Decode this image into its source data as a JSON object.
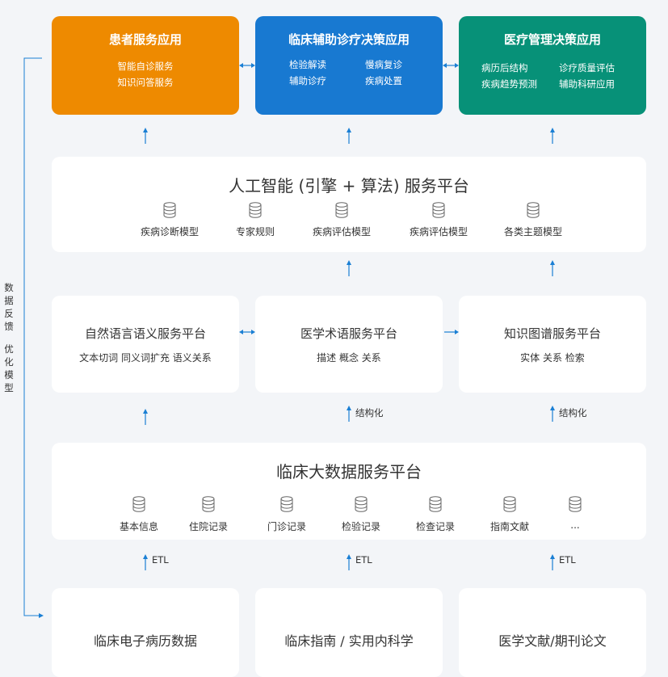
{
  "apps": [
    {
      "title": "患者服务应用",
      "color": "#ee8a00",
      "items": [
        [
          "智能自诊服务"
        ],
        [
          "知识问答服务"
        ]
      ]
    },
    {
      "title": "临床辅助诊疗决策应用",
      "color": "#1879d1",
      "items": [
        [
          "检验解读",
          "辅助诊疗"
        ],
        [
          "慢病复诊",
          "疾病处置"
        ]
      ]
    },
    {
      "title": "医疗管理决策应用",
      "color": "#079178",
      "items": [
        [
          "病历后结构",
          "疾病趋势预测"
        ],
        [
          "诊疗质量评估",
          "辅助科研应用"
        ]
      ]
    }
  ],
  "ai_platform": {
    "title": "人工智能 (引擎 + 算法) 服务平台",
    "models": [
      "疾病诊断模型",
      "专家规则",
      "疾病评估模型",
      "疾病评估模型",
      "各类主题模型"
    ]
  },
  "mid_platforms": [
    {
      "title": "自然语言语义服务平台",
      "sub": "文本切词  同义词扩充  语义关系"
    },
    {
      "title": "医学术语服务平台",
      "sub": "描述  概念  关系"
    },
    {
      "title": "知识图谱服务平台",
      "sub": "实体  关系  检索"
    }
  ],
  "arrow_labels": {
    "structure": "结构化",
    "etl": "ETL"
  },
  "bigdata_platform": {
    "title": "临床大数据服务平台",
    "items": [
      "基本信息",
      "住院记录",
      "门诊记录",
      "检验记录",
      "检查记录",
      "指南文献",
      "..."
    ]
  },
  "sources": [
    "临床电子病历数据",
    "临床指南 / 实用内科学",
    "医学文献/期刊论文"
  ],
  "feedback": {
    "line1": [
      "数",
      "据",
      "反",
      "馈"
    ],
    "line2": [
      "优",
      "化",
      "模",
      "型"
    ]
  },
  "colors": {
    "arrow": "#1a7fd4"
  }
}
